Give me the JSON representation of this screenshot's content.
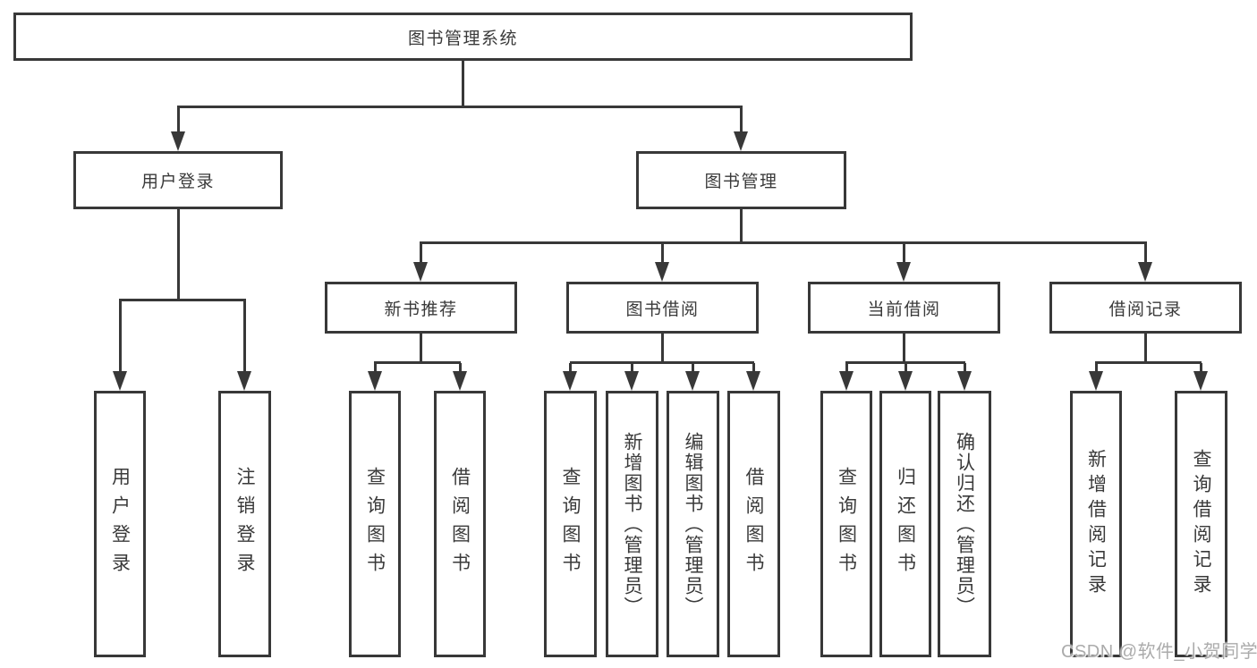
{
  "nodes": {
    "root": "图书管理系统",
    "user_login": "用户登录",
    "book_mgmt": "图书管理",
    "new_books": "新书推荐",
    "book_borrow": "图书借阅",
    "current_borrow": "当前借阅",
    "borrow_records": "借阅记录",
    "user_children": [
      "用户登录",
      "注销登录"
    ],
    "new_books_children": [
      "查询图书",
      "借阅图书"
    ],
    "book_borrow_children": [
      "查询图书",
      "新增图书（管理员）",
      "编辑图书（管理员）",
      "借阅图书"
    ],
    "current_borrow_children": [
      "查询图书",
      "归还图书",
      "确认归还（管理员）"
    ],
    "borrow_records_children": [
      "新增借阅记录",
      "查询借阅记录"
    ]
  },
  "watermark": "CSDN @软件_小贺同学",
  "colors": {
    "line": "#383838",
    "text": "#3a3a3a",
    "watermark": "#ababab",
    "background": "#ffffff"
  }
}
